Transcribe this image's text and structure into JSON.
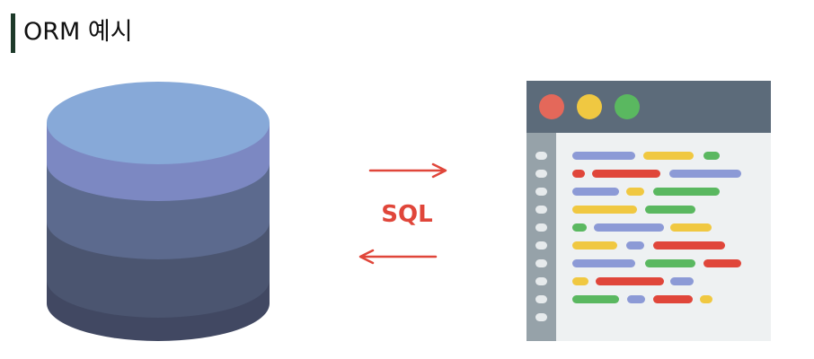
{
  "header": {
    "title": "ORM 예시"
  },
  "diagram": {
    "connector_label": "SQL",
    "database": {
      "icon": "database-icon",
      "colors": [
        "#87a9d8",
        "#7c88c2",
        "#5c6a8e",
        "#4b5570",
        "#414862"
      ]
    },
    "editor": {
      "icon": "code-editor-icon",
      "window_controls": [
        {
          "name": "close",
          "color": "#e4685a"
        },
        {
          "name": "minimize",
          "color": "#f0c841"
        },
        {
          "name": "maximize",
          "color": "#5ab860"
        }
      ],
      "titlebar_color": "#5c6b7a",
      "gutter_color": "#96a2a9",
      "body_color": "#eef1f2"
    },
    "arrow_color": "#e0463a"
  }
}
